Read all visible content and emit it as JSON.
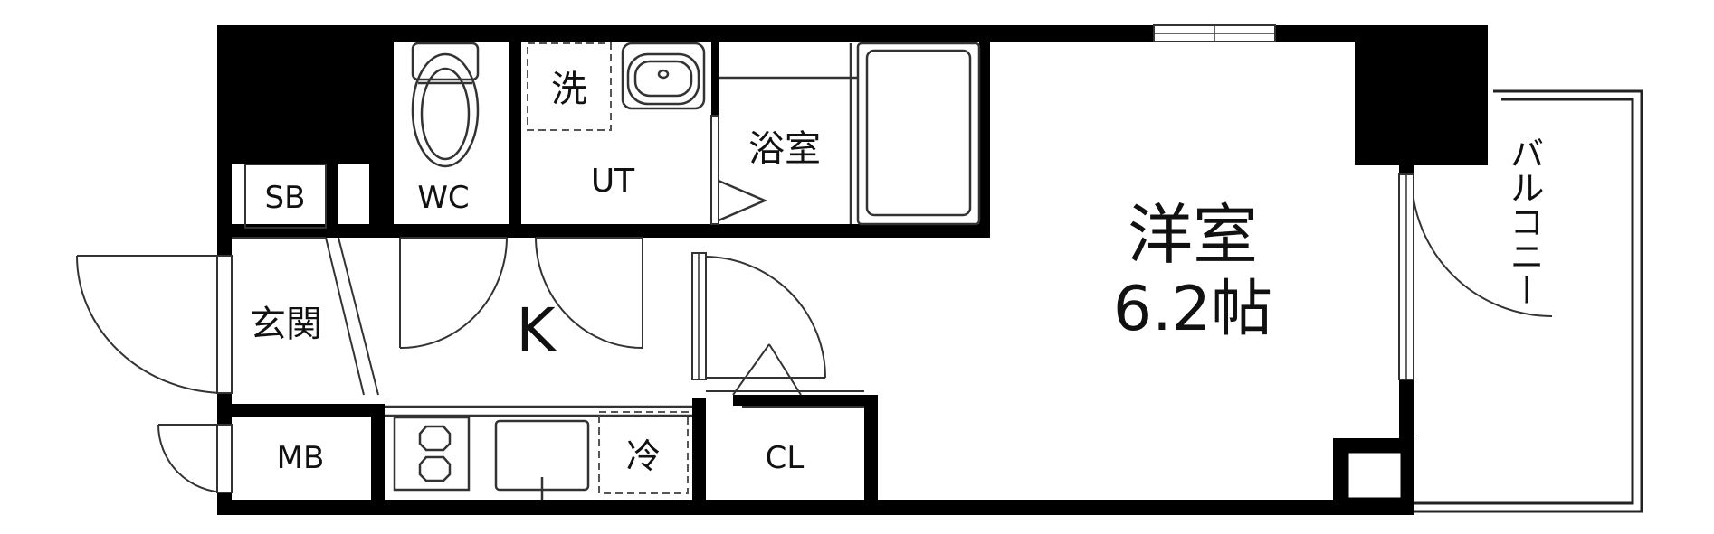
{
  "floorplan": {
    "rooms": {
      "sb": "SB",
      "wc": "WC",
      "washer": "洗",
      "ut": "UT",
      "bath": "浴室",
      "entrance": "玄関",
      "kitchen": "K",
      "mb": "MB",
      "fridge": "冷",
      "closet": "CL",
      "western_room": "洋室",
      "western_room_size": "6.2帖",
      "balcony": "バルコニー"
    }
  }
}
